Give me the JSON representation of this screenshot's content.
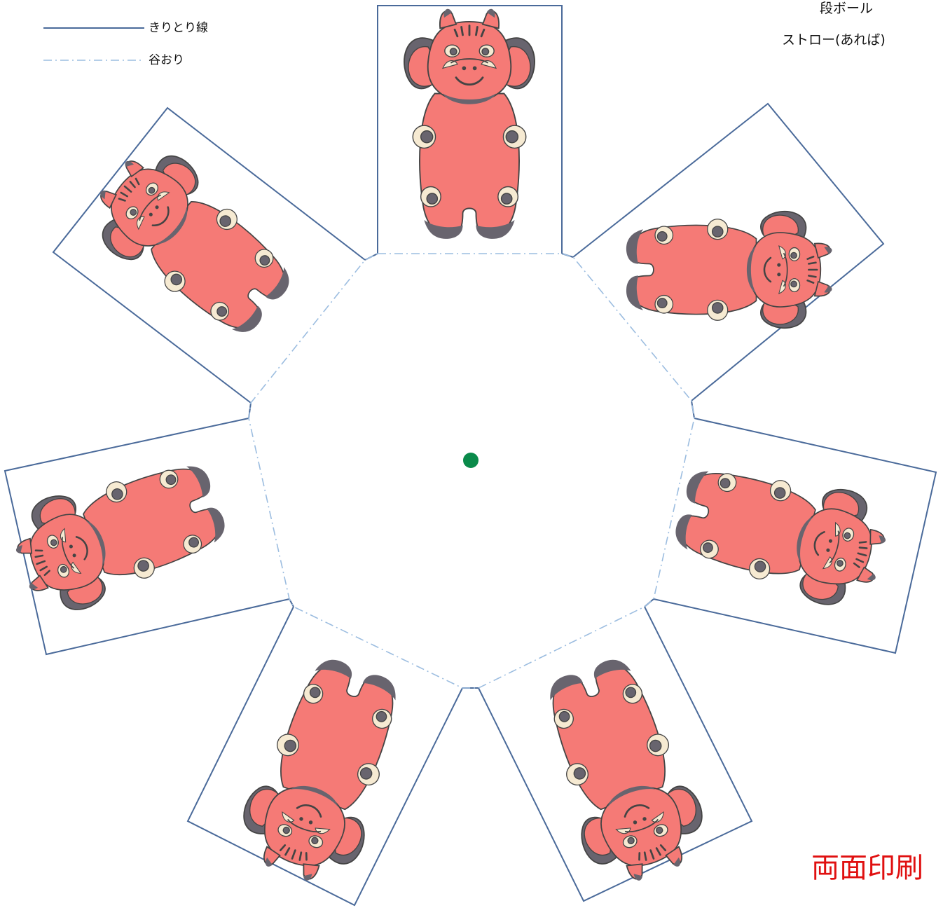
{
  "legend": {
    "cut_line_label": "きりとり線",
    "valley_fold_label": "谷おり"
  },
  "materials": {
    "item1": "段ボール",
    "item2": "ストロー(あれば)"
  },
  "notice": "両面印刷",
  "colors": {
    "cut_line": "#4a6a9a",
    "fold_line": "#9cbde0",
    "body_red": "#f57a76",
    "outline": "#444444",
    "dark_gray": "#68646e",
    "spot_cream": "#f6ead2",
    "center_dot": "#0a8a4a",
    "notice_red": "#e01010"
  },
  "panels": [
    {
      "name": "panel-top",
      "figure": "akabeko-standing"
    },
    {
      "name": "panel-upper-right",
      "figure": "akabeko-rotated"
    },
    {
      "name": "panel-right",
      "figure": "akabeko-rotated"
    },
    {
      "name": "panel-lower-right",
      "figure": "akabeko-rotated"
    },
    {
      "name": "panel-lower-left",
      "figure": "akabeko-rotated"
    },
    {
      "name": "panel-left",
      "figure": "akabeko-rotated"
    },
    {
      "name": "panel-upper-left",
      "figure": "akabeko-rotated"
    }
  ],
  "center_mark": "green-dot"
}
